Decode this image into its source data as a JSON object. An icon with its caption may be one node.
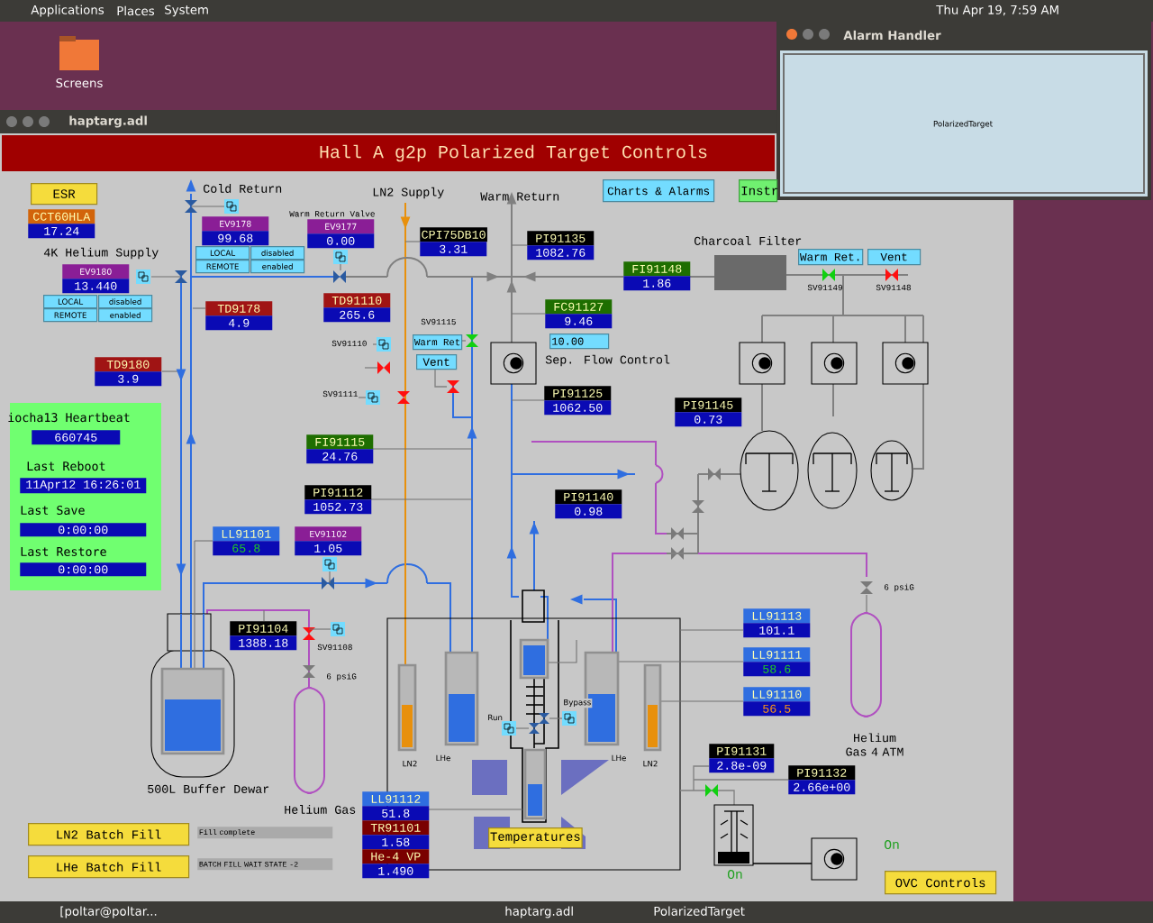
{
  "diagram": {
    "title": "Hall A g2p Polarized Target Controls",
    "labels": [
      "Applications",
      "Places",
      "System",
      "Thu Apr 19, 7:59 AM",
      "Screens",
      "haptarg.adl",
      "Alarm Handler",
      "PolarizedTarget",
      "ESR",
      "CCT60HLA",
      "17.24",
      "Cold Return",
      "LN2 Supply",
      "Warm Return",
      "Charts & Alarms",
      "Instr",
      "EV9178",
      "99.68",
      "Warm Return Valve",
      "EV9177",
      "0.00",
      "4K Helium Supply",
      "LOCAL",
      "disabled",
      "REMOTE",
      "enabled",
      "EV9180",
      "13.440",
      "LOCAL",
      "disabled",
      "REMOTE",
      "enabled",
      "CPI75DB10",
      "3.31",
      "PI91135",
      "1082.76",
      "Charcoal Filter",
      "Warm Ret.",
      "Vent",
      "FI91148",
      "1.86",
      "SV91149",
      "SV91148",
      "TD91110",
      "265.6",
      "TD9178",
      "4.9",
      "FC91127",
      "9.46",
      "SV91115",
      "Warm Ret",
      "10.00",
      "SV91110",
      "Vent",
      "Sep. Flow Control",
      "TD9180",
      "3.9",
      "SV91111",
      "PI91125",
      "1062.50",
      "PI91145",
      "0.73",
      "iocha13 Heartbeat",
      "660745",
      "Last Reboot",
      "11Apr12 16:26:01",
      "Last Save",
      "0:00:00",
      "Last Restore",
      "0:00:00",
      "FI91115",
      "24.76",
      "PI91112",
      "1052.73",
      "PI91140",
      "0.98",
      "LL91101",
      "65.8",
      "EV91102",
      "1.05",
      "6 psiG",
      "LL91113",
      "101.1",
      "PI91104",
      "1388.18",
      "SV91108",
      "LL91111",
      "58.6",
      "6 psiG",
      "LL91110",
      "56.5",
      "Bypass",
      "Run",
      "Helium Gas 4 ATM",
      "PI91131",
      "2.8e-09",
      "LN2",
      "LHe",
      "LHe",
      "LN2",
      "PI91132",
      "2.66e+00",
      "500L Buffer Dewar",
      "Helium Gas",
      "LL91112",
      "51.8",
      "TR91101",
      "1.58",
      "He-4 VP",
      "1.490",
      "LN2 Batch Fill",
      "Fill complete",
      "Temperatures",
      "On",
      "LHe Batch Fill",
      "BATCH FILL WAIT STATE -2",
      "On",
      "OVC Controls",
      "[poltar@poltar...",
      "haptarg.adl",
      "PolarizedTarget"
    ]
  }
}
